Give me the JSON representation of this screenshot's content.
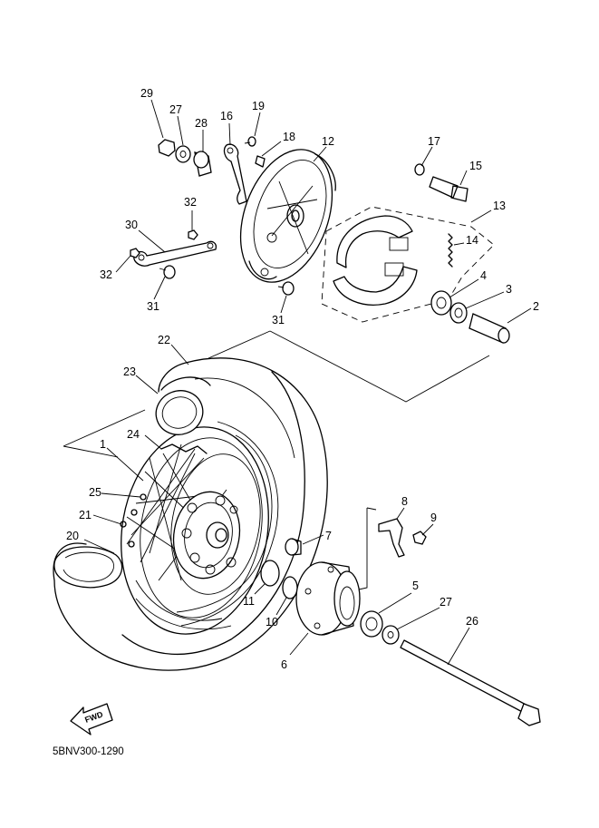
{
  "diagram_code": "5BNV300-1290",
  "fwd_label": "FWD",
  "labels": [
    "29",
    "27",
    "28",
    "16",
    "19",
    "18",
    "12",
    "17",
    "15",
    "32",
    "30",
    "32",
    "31",
    "31",
    "13",
    "14",
    "4",
    "3",
    "2",
    "22",
    "23",
    "24",
    "1",
    "25",
    "21",
    "20",
    "8",
    "9",
    "7",
    "11",
    "10",
    "5",
    "27",
    "26",
    "6"
  ]
}
